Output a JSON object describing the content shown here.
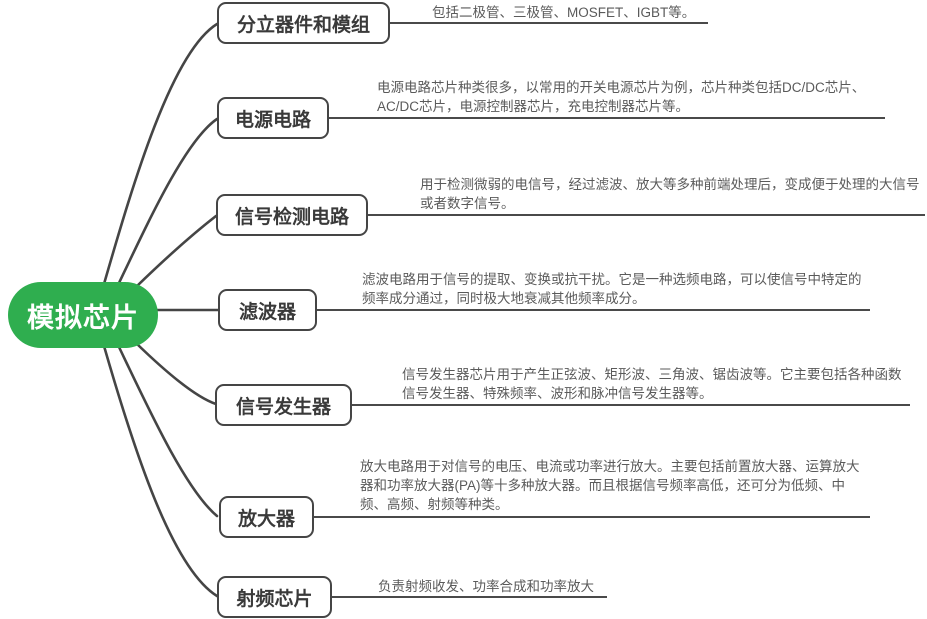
{
  "root": {
    "label": "模拟芯片"
  },
  "colors": {
    "root_bg": "#2fae4f",
    "root_text": "#ffffff",
    "node_border": "#454545",
    "node_text": "#3a3a3a",
    "desc_text": "#5a5a5a",
    "line": "#4a4a4a",
    "curve": "#454545",
    "canvas_bg": "#ffffff"
  },
  "branches": [
    {
      "label": "分立器件和模组",
      "desc_lines": [
        "包括二极管、三极管、MOSFET、IGBT等。"
      ]
    },
    {
      "label": "电源电路",
      "desc_lines": [
        "电源电路芯片种类很多，以常用的开关电源芯片为例，芯片种类包括DC/DC芯片、",
        "AC/DC芯片，电源控制器芯片，充电控制器芯片等。"
      ]
    },
    {
      "label": "信号检测电路",
      "desc_lines": [
        "用于检测微弱的电信号，经过滤波、放大等多种前端处理后，变成便于处理的大信号",
        "或者数字信号。"
      ]
    },
    {
      "label": "滤波器",
      "desc_lines": [
        "滤波电路用于信号的提取、变换或抗干扰。它是一种选频电路，可以使信号中特定的",
        "频率成分通过，同时极大地衰减其他频率成分。"
      ]
    },
    {
      "label": "信号发生器",
      "desc_lines": [
        "信号发生器芯片用于产生正弦波、矩形波、三角波、锯齿波等。它主要包括各种函数",
        "信号发生器、特殊频率、波形和脉冲信号发生器等。"
      ]
    },
    {
      "label": "放大器",
      "desc_lines": [
        "放大电路用于对信号的电压、电流或功率进行放大。主要包括前置放大器、运算放大",
        "器和功率放大器(PA)等十多种放大器。而且根据信号频率高低，还可分为低频、中",
        "频、高频、射频等种类。"
      ]
    },
    {
      "label": "射频芯片",
      "desc_lines": [
        "负责射频收发、功率合成和功率放大"
      ]
    }
  ]
}
